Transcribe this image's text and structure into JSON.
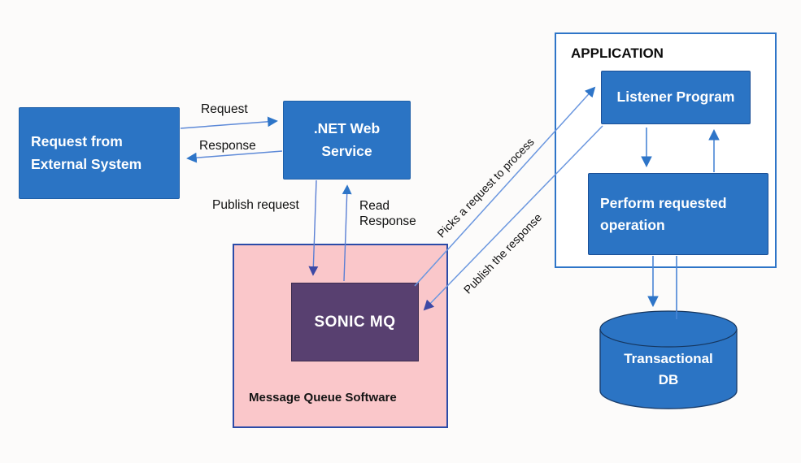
{
  "nodes": {
    "external": {
      "label": "Request from External System"
    },
    "web_service": {
      "label": ".NET Web Service"
    },
    "sonic_mq": {
      "label": "SONIC MQ"
    },
    "mq_container": {
      "label": "Message Queue Software"
    },
    "application": {
      "label": "APPLICATION"
    },
    "listener": {
      "label": "Listener Program"
    },
    "perform": {
      "label": "Perform requested operation"
    },
    "db": {
      "label": "Transactional DB"
    }
  },
  "edges": {
    "request": {
      "label": "Request"
    },
    "response": {
      "label": "Response"
    },
    "publish_request": {
      "label": "Publish request"
    },
    "read_response": {
      "label": "Read Response"
    },
    "picks_request": {
      "label": "Picks a request to process"
    },
    "publish_response": {
      "label": "Publish the response"
    }
  },
  "colors": {
    "node_blue": "#2b74c4",
    "node_border": "#1e5fa8",
    "sonic_purple": "#584070",
    "mq_pink_bg": "#fac7ca",
    "mq_pink_border": "#2b4ba8",
    "app_border": "#2e75c8",
    "arrow_line": "#5e8ad8",
    "arrow_head": "#2e75c8",
    "arrow_head_dark": "#3d49a5",
    "db_stroke": "#1b3f6e"
  }
}
